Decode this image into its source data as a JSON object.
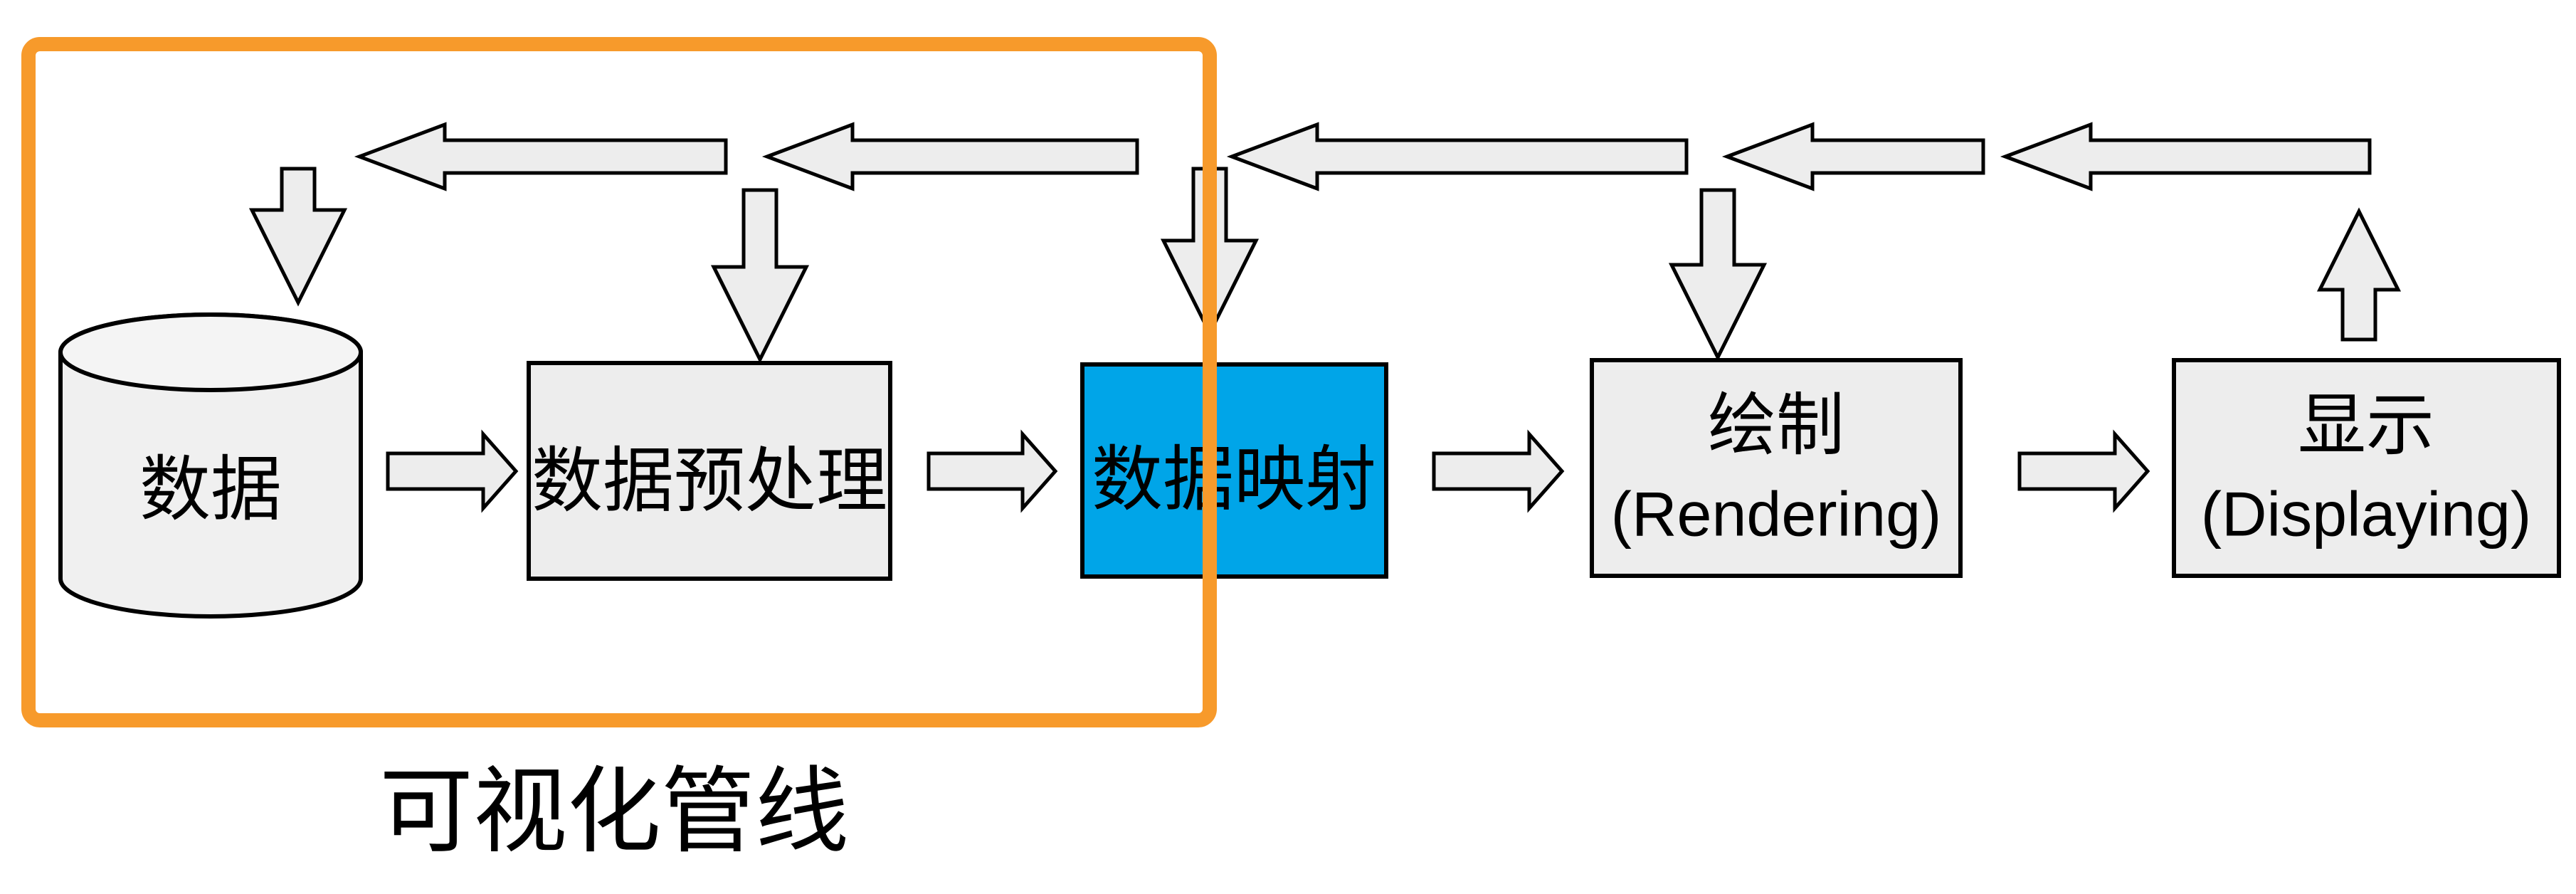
{
  "pipeline": {
    "annotation_label": "可视化管线",
    "stages": [
      {
        "id": "data",
        "label": "数据",
        "shape": "cylinder",
        "highlighted": false
      },
      {
        "id": "preprocess",
        "label": "数据预处理",
        "shape": "rect",
        "highlighted": false
      },
      {
        "id": "mapping",
        "label": "数据映射",
        "shape": "rect",
        "highlighted": true
      },
      {
        "id": "rendering",
        "label_zh": "绘制",
        "label_en": "(Rendering)",
        "shape": "rect",
        "highlighted": false
      },
      {
        "id": "displaying",
        "label_zh": "显示",
        "label_en": "(Displaying)",
        "shape": "rect",
        "highlighted": false
      }
    ],
    "arrows": {
      "feedback_count": 5,
      "forward_count": 4,
      "down_count": 4,
      "up_count": 1
    }
  },
  "colors": {
    "highlight_blue": "#00A5E8",
    "annotation_orange": "#F79A2B",
    "shape_fill": "#EDEDED",
    "stroke_black": "#000000",
    "background": "#FFFFFF"
  }
}
